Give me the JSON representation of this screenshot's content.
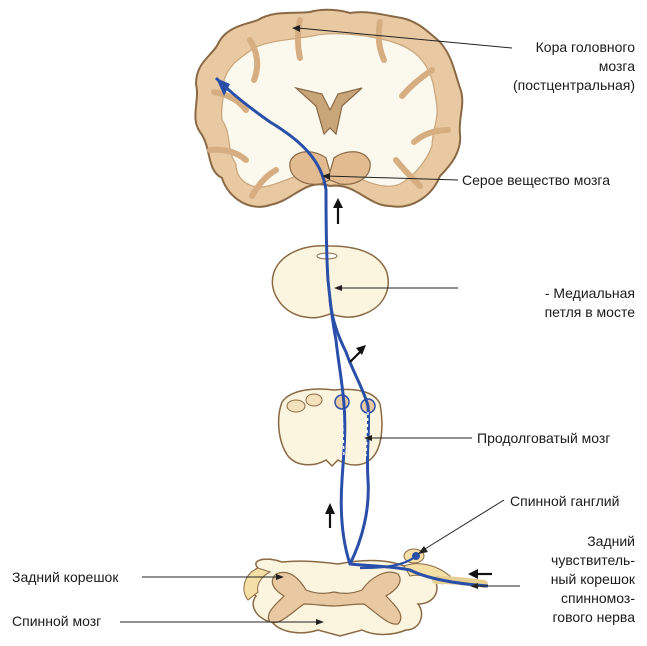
{
  "labels": {
    "cortex": [
      "Кора головного",
      "мозга",
      "(постцентральная)"
    ],
    "gray_matter": "Серое вещество мозга",
    "medial_lemniscus": [
      "-  Медиальная",
      "петля в мосте"
    ],
    "medulla": "Продолговатый мозг",
    "spinal_ganglion": "Спинной ганглий",
    "dorsal_sensory_root": [
      "Задний",
      "чувствитель-",
      "ный корешок",
      "спинномоз-",
      "гового нерва"
    ],
    "dorsal_root": "Задний корешок",
    "spinal_cord": "Спинной мозг"
  },
  "colors": {
    "tract": "#2a4fa8",
    "gray_matter": "#e9c9a2",
    "white_matter": "#fbf8ee",
    "outline": "#8a6a45",
    "arrow": "#111111"
  }
}
